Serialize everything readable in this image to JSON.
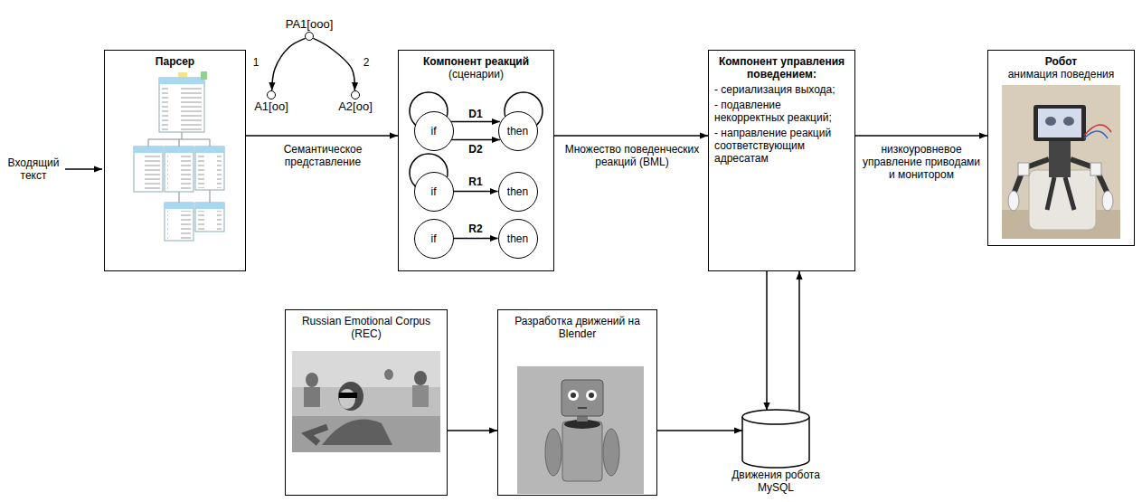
{
  "diagram": {
    "nodes": [
      {
        "text": [
          "Парсер"
        ]
      },
      {
        "text": [
          "PA1[ooo]"
        ]
      },
      {
        "text": [
          "A1[oo]"
        ]
      },
      {
        "text": [
          "A2[oo]"
        ]
      },
      {
        "text": [
          "Компонент реакций",
          "(сценарии)"
        ]
      },
      {
        "text": [
          "if"
        ],
        "in": 4
      },
      {
        "text": [
          "then"
        ],
        "in": 4
      },
      {
        "text": [
          "if"
        ],
        "in": 4
      },
      {
        "text": [
          "then"
        ],
        "in": 4
      },
      {
        "text": [
          "if"
        ],
        "in": 4
      },
      {
        "text": [
          "then"
        ],
        "in": 4
      },
      {
        "text": [
          "Компонент управления поведением:",
          "- сериализация выхода;",
          "- подавление некорректных реакций;",
          "- направление реакций соответствующим адресатам"
        ]
      },
      {
        "text": [
          "Робот",
          "анимация поведения"
        ]
      },
      {
        "text": [
          "Russian Emotional Corpus (REC)"
        ]
      },
      {
        "text": [
          "Разработка движений на Blender"
        ]
      },
      {
        "text": [
          "Движения робота MySQL"
        ]
      }
    ],
    "edges": [
      {
        "from": 0,
        "to": 4,
        "label": "Семантическое представление",
        "arrow": "to"
      },
      {
        "from": 1,
        "to": 2,
        "label": "1",
        "arrow": "to"
      },
      {
        "from": 1,
        "to": 3,
        "label": "2",
        "arrow": "to"
      },
      {
        "from": 5,
        "to": 6,
        "label": "D1",
        "arrow": "to"
      },
      {
        "from": 5,
        "to": 6,
        "label": "D2",
        "arrow": "to"
      },
      {
        "from": 7,
        "to": 8,
        "label": "R1",
        "arrow": "to"
      },
      {
        "from": 9,
        "to": 10,
        "label": "R2",
        "arrow": "to"
      },
      {
        "from": 4,
        "to": 11,
        "label": "Множество поведенческих реакций (BML)",
        "arrow": "to"
      },
      {
        "from": 11,
        "to": 12,
        "label": "низкоуровневое управление приводами и монитором",
        "arrow": "to"
      },
      {
        "from": 13,
        "to": 14,
        "arrow": "to"
      },
      {
        "from": 14,
        "to": 15,
        "arrow": "to"
      },
      {
        "from": 11,
        "to": 15,
        "arrow": "to"
      },
      {
        "from": 15,
        "to": 11,
        "arrow": "to"
      }
    ],
    "labels": [
      "Входящий текст"
    ]
  }
}
